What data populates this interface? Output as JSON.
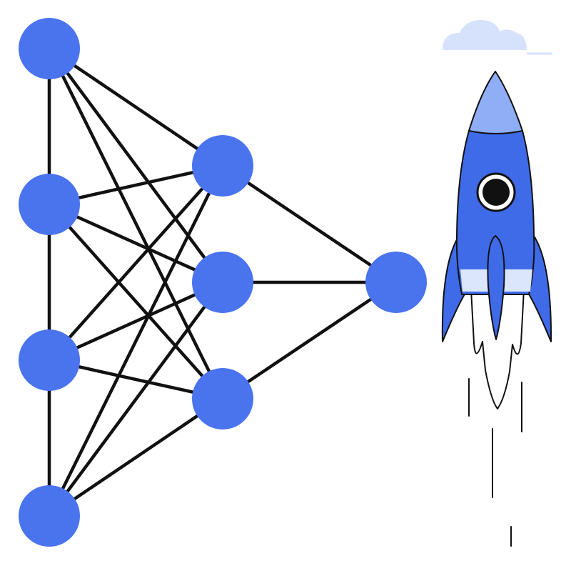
{
  "diagram": {
    "kind": "neural-network-with-rocket",
    "layers": [
      {
        "name": "input",
        "node_count": 4
      },
      {
        "name": "hidden",
        "node_count": 3
      },
      {
        "name": "output",
        "node_count": 1
      }
    ],
    "connections": "fully-connected-between-adjacent-layers"
  },
  "icons": {
    "rocket": "rocket-icon",
    "cloud": "cloud-icon",
    "window": "porthole-icon",
    "flame": "flame-icon"
  },
  "colors": {
    "node_fill": "#4a73ee",
    "edge_stroke": "#111111",
    "rocket_body": "#3f6be8",
    "rocket_accent": "#8faef5",
    "cloud": "#d6e2fb",
    "outline": "#111111",
    "background": "#ffffff"
  }
}
